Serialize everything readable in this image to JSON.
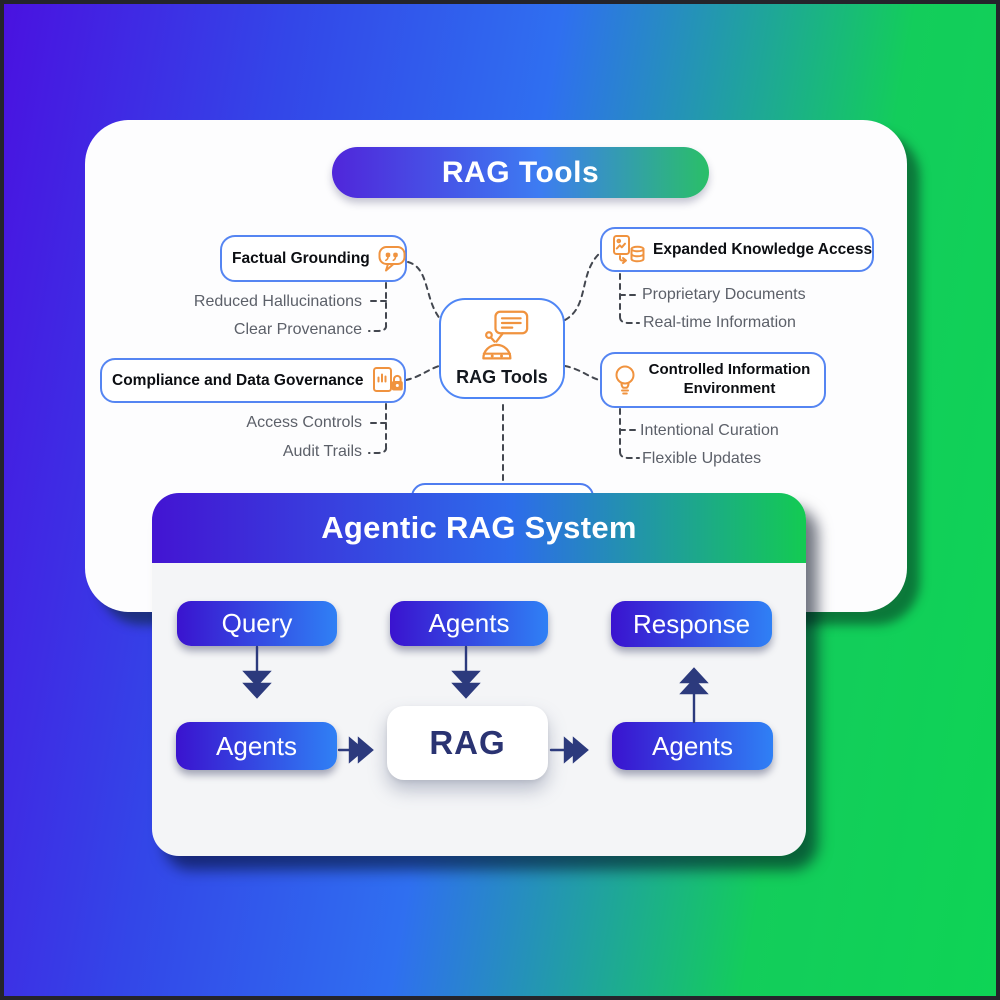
{
  "colors": {
    "background_left": "#4a11e0",
    "background_mid": "#2f6ff0",
    "background_right": "#12d355",
    "node_border_blue": "#5585f2",
    "icon_orange": "#f0933f",
    "dash_gray": "#43474f",
    "arrow_navy": "#2c3a7d",
    "button_gradient_start": "#3a13cf",
    "button_gradient_end": "#2f80f5"
  },
  "rag_tools_card": {
    "title_pill": "RAG Tools",
    "center": {
      "label": "RAG Tools",
      "icon": "robot-chat-icon"
    },
    "branches": {
      "factual_grounding": {
        "label": "Factual Grounding",
        "icon": "quote-bubble-icon",
        "items": [
          "Reduced Hallucinations",
          "Clear Provenance"
        ]
      },
      "compliance": {
        "label": "Compliance and Data Governance",
        "icon": "document-lock-icon",
        "items": [
          "Access Controls",
          "Audit Trails"
        ]
      },
      "expanded_knowledge": {
        "label": "Expanded Knowledge Access",
        "icon": "document-database-icon",
        "items": [
          "Proprietary Documents",
          "Real-time Information"
        ]
      },
      "controlled_information": {
        "label": "Controlled Information Environment",
        "icon": "lightbulb-icon",
        "items": [
          "Intentional Curation",
          "Flexible Updates"
        ]
      }
    }
  },
  "agentic_card": {
    "title": "Agentic RAG System",
    "nodes": {
      "query": "Query",
      "agents_top": "Agents",
      "response": "Response",
      "agents_left": "Agents",
      "rag": "RAG",
      "agents_right": "Agents"
    }
  }
}
